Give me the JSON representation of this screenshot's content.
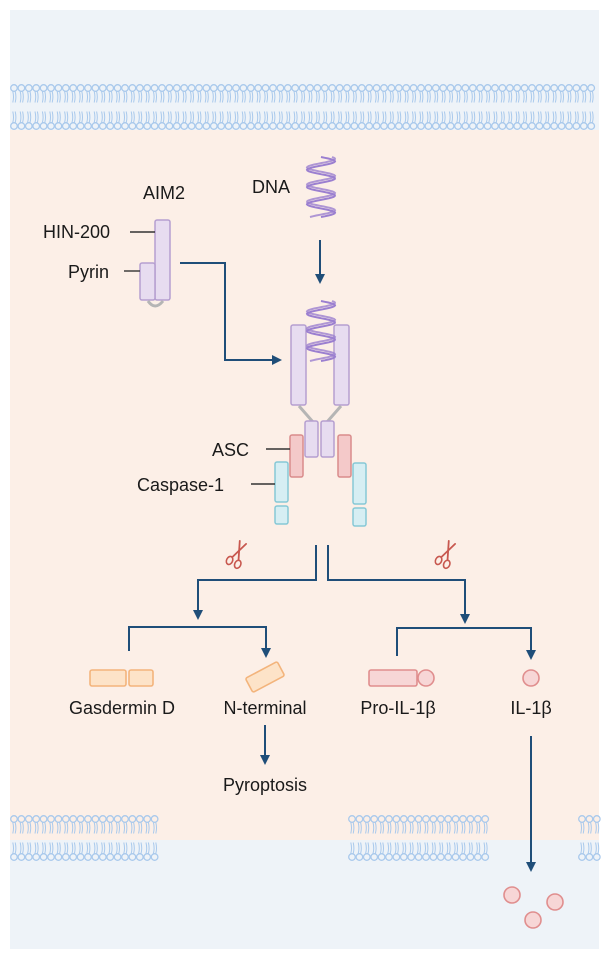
{
  "labels": {
    "aim2": "AIM2",
    "hin200": "HIN-200",
    "pyrin": "Pyrin",
    "dna": "DNA",
    "asc": "ASC",
    "caspase1": "Caspase-1",
    "gasdermin_d": "Gasdermin D",
    "n_terminal": "N-terminal",
    "pyroptosis": "Pyroptosis",
    "pro_il1b": "Pro-IL-1β",
    "il1b": "IL-1β"
  },
  "colors": {
    "outside": "#eef3f8",
    "cytoplasm": "#fcefe7",
    "membrane": "#a9c9ec",
    "arrow": "#1f4e79",
    "aim2_fill": "#e7dcf0",
    "aim2_stroke": "#b59fd0",
    "dna": "#9b7fd0",
    "linker": "#b5b5b5",
    "asc_fill": "#f4c9c9",
    "asc_stroke": "#d98c8c",
    "caspase_fill": "#d6eef3",
    "caspase_stroke": "#86c8d6",
    "gasdermin_fill": "#fde3c8",
    "gasdermin_stroke": "#f3b47c",
    "il1b_fill": "#f7d6d6",
    "il1b_stroke": "#e08e8e",
    "scissors": "#c8584f"
  },
  "icons": [
    "scissors-icon",
    "dna-helix-icon",
    "membrane-bilayer"
  ]
}
